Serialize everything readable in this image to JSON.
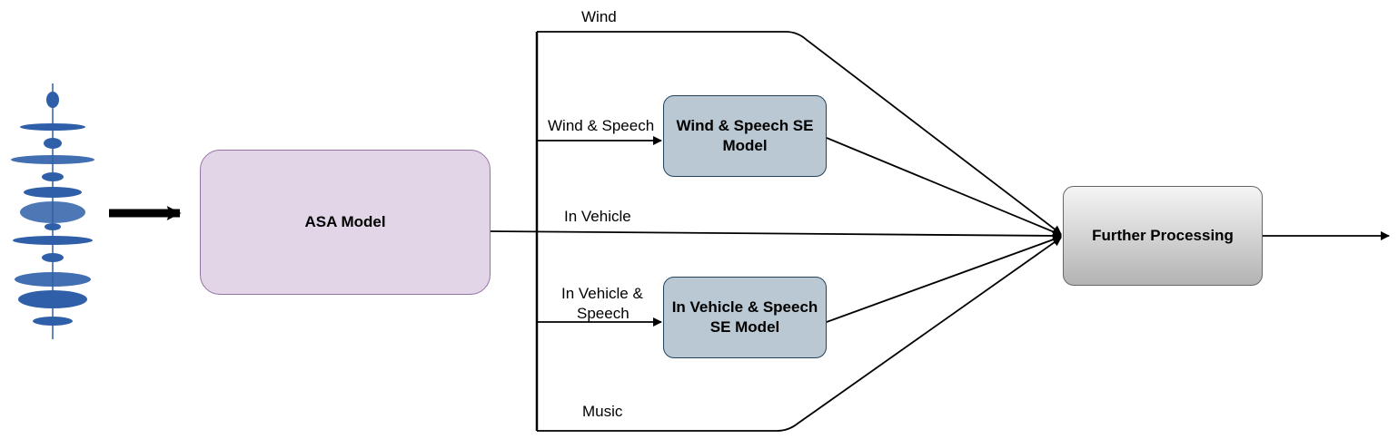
{
  "nodes": {
    "asa_model": "ASA Model",
    "wind_speech_se": "Wind & Speech SE Model",
    "vehicle_speech_se": "In Vehicle & Speech SE Model",
    "further_processing": "Further Processing"
  },
  "edge_labels": {
    "wind": "Wind",
    "wind_speech": "Wind & Speech",
    "in_vehicle": "In Vehicle",
    "vehicle_speech_line1": "In Vehicle &",
    "vehicle_speech_line2": "Speech",
    "music": "Music"
  },
  "colors": {
    "asa_fill": "#e1d5e7",
    "asa_stroke": "#9673a6",
    "se_fill": "#bac8d3",
    "waveform": "#2e5fa8"
  },
  "icons": {
    "input": "audio-waveform-icon"
  }
}
